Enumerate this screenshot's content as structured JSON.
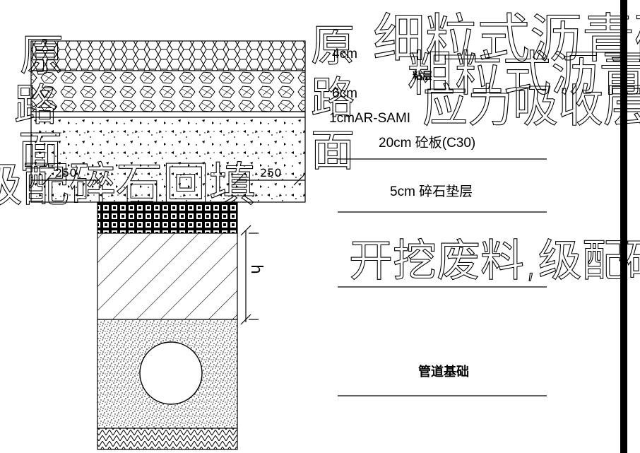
{
  "labels": {
    "left_vertical": [
      "原",
      "路",
      "面"
    ],
    "right_vertical": [
      "原",
      "路",
      "面"
    ],
    "backfill": "级配碎石回填",
    "dim_left": "250",
    "dim_right": "250",
    "dim_h": "h",
    "top_line_1": "细粒式沥青砼",
    "top_line_2": "粗粒式沥青砼",
    "top_line_2b": "应力吸收层",
    "thk_1": "4cm",
    "thk_2": "6cm",
    "tack": "粘层",
    "sami": "1cmAR-SAMI",
    "slab": "20cm 砼板(C30)",
    "cushion": "5cm 碎石垫层",
    "excavation": "开挖废料,级配碎",
    "pipe_base": "管道基础"
  }
}
